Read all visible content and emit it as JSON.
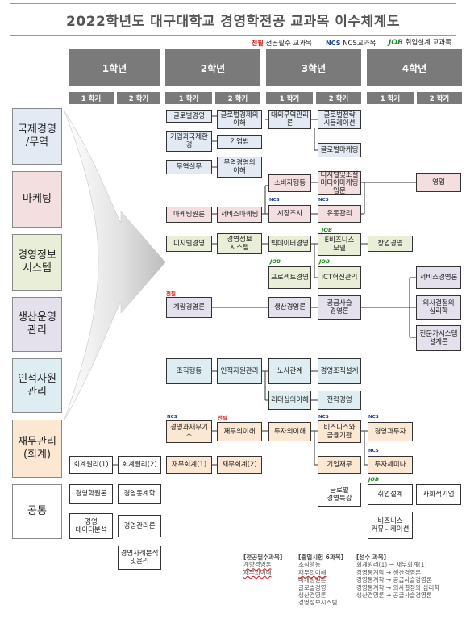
{
  "title": "2022학년도 대구대학교 경영학전공 교과목 이수체계도",
  "legend": {
    "required_mark": "전필",
    "required_label": "전공필수 교과목",
    "ncs_mark": "NCS",
    "ncs_label": "NCS교과목",
    "job_mark": "JOB",
    "job_label": "취업설계 교과목"
  },
  "years": [
    "1학년",
    "2학년",
    "3학년",
    "4학년"
  ],
  "semesters": [
    "1 학기",
    "2 학기",
    "1 학기",
    "2 학기",
    "1 학기",
    "2 학기",
    "1 학기",
    "2 학기"
  ],
  "tracks": {
    "intl": "국제경영\n/무역",
    "mkt": "마케팅",
    "info": "경영정보\n시스템",
    "prod": "생산운영\n관리",
    "hr": "인적자원\n관리",
    "fin": "재무관리\n(회계)",
    "common": "공통"
  },
  "courses": {
    "intl_global_mgmt": "글로벌경영",
    "intl_global_econ": "글로벌경제의\n이해",
    "intl_trade_mgmt": "대외무역관리\n론",
    "intl_global_sim": "글로벌전략\n시뮬레이션",
    "intl_corp_intl": "기업과국제환\n경",
    "intl_corp_law": "기업법",
    "intl_global_mkt": "글로벌마케팅",
    "intl_trade_prac": "무역실무",
    "intl_trade_understand": "무역경영의\n이해",
    "mkt_consumer": "소비자행동",
    "mkt_digital_social": "디지털및소셜\n미디어마케팅\n입문",
    "mkt_sales": "영업",
    "mkt_principles": "마케팅원론",
    "mkt_service": "서비스마케팅",
    "mkt_research": "시장조사",
    "mkt_distribution": "유통관리",
    "info_digital": "디지털경영",
    "info_mis": "경영정보\n시스템",
    "info_bigdata": "빅데이터경영",
    "info_ebiz": "E비즈니스\n모델",
    "info_startup": "창업경영",
    "info_project": "프로젝트경영",
    "info_ict": "ICT혁신관리",
    "prod_quant": "계량경영론",
    "prod_ops": "생산경영론",
    "prod_scm": "공급사슬\n경영론",
    "prod_service": "서비스경영론",
    "prod_decision": "의사결정의\n심리학",
    "prod_expert": "전문가시스템\n설계론",
    "hr_org": "조직행동",
    "hr_hrm": "인적자원관리",
    "hr_labor": "노사관계",
    "hr_org_design": "경영조직설계",
    "hr_leadership": "리더십의이해",
    "hr_strategy": "전략경영",
    "fin_finance": "경영과재무기\n초",
    "fin_fin_understand": "재무의이해",
    "fin_invest": "투자의이해",
    "fin_business_fin": "비즈니스와\n금융기관",
    "fin_mgmt_invest": "경영과투자",
    "fin_acct1": "재무회계(1)",
    "fin_acct2": "재무회계(2)",
    "fin_corp_fin": "기업재무",
    "fin_invest_seminar": "투자세미나",
    "com_acct1": "회계원리(1)",
    "com_acct2": "회계원리(2)",
    "com_intro": "경영학원론",
    "com_stats": "경영통계학",
    "com_global_special": "글로벌\n경영특강",
    "com_career": "취업설계",
    "com_social": "사회적기업",
    "com_data": "경영\n데이터분석",
    "com_mgmt_theory": "경영관리론",
    "com_biz_comm": "비즈니스\n커뮤니케이션",
    "com_case": "경영사례분석\n및윤리"
  },
  "tags": {
    "ncs": "NCS",
    "job": "JOB",
    "req": "전필"
  },
  "notes": {
    "required": {
      "heading": "[전공필수과목]",
      "items": [
        "계량경영론",
        "재무의이해"
      ]
    },
    "exit_exam": {
      "heading": "[출업시험 6과목]",
      "items": [
        "조직행동",
        "재무의이해",
        "마케팅원론",
        "글로벌경영",
        "생산경영론",
        "경영정보시스템"
      ]
    },
    "prereq": {
      "heading": "[선수 과목]",
      "items": [
        "회계원리(1) → 재무회계(1)",
        "경영통계학 → 생산경영론",
        "경영통계학 → 공급사슬경영론",
        "경영통계학 → 의사결정의 심리학",
        "생산경영론 → 공급사슬경영론"
      ]
    }
  }
}
